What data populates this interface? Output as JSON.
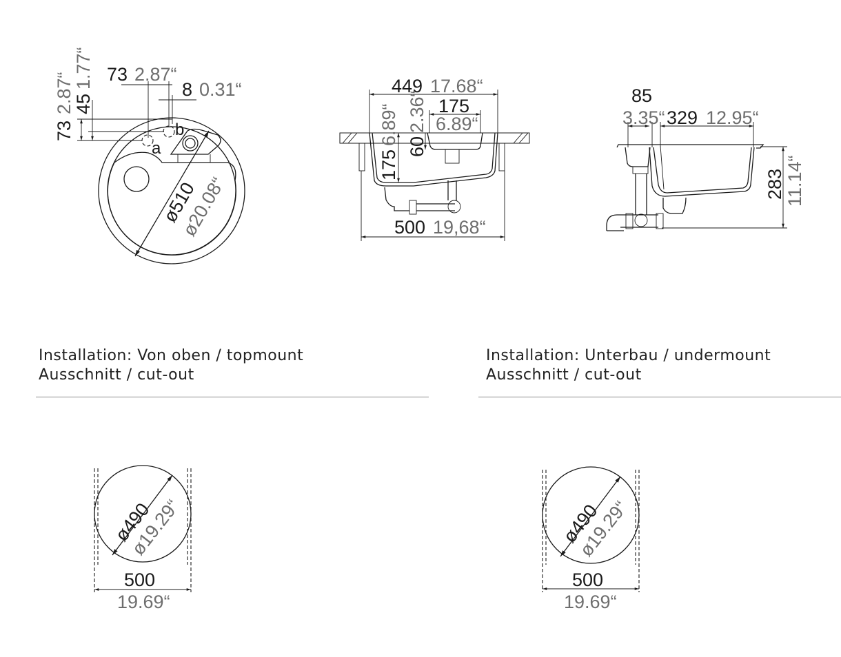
{
  "top_view": {
    "dim_73_mm": "73",
    "dim_73_in": "2.87“",
    "dim_8_mm": "8",
    "dim_8_in": "0.31“",
    "dim_45_mm": "45",
    "dim_45_in": "1.77“",
    "dim_v73_mm": "73",
    "dim_v73_in": "2.87“",
    "hole_a": "a",
    "hole_b": "b",
    "diameter_mm": "ø510",
    "diameter_in": "ø20.08“"
  },
  "section_view": {
    "width_top_mm": "449",
    "width_top_in": "17.68“",
    "bowl_width_mm": "175",
    "bowl_width_in": "6.89“",
    "depth_mm": "175",
    "depth_in": "6.89“",
    "small_depth_mm": "60",
    "small_depth_in": "2.36“",
    "width_bottom_mm": "500",
    "width_bottom_in": "19,68“"
  },
  "side_view": {
    "dim_85_mm": "85",
    "dim_85_in": "3.35“",
    "dim_329_mm": "329",
    "dim_329_in": "12.95“",
    "height_mm": "283",
    "height_in": "11.14“"
  },
  "topmount": {
    "title": "Installation: Von oben / topmount",
    "subtitle": "Ausschnitt / cut-out",
    "diameter_mm": "ø490",
    "diameter_in": "ø19.29“",
    "width_mm": "500",
    "width_in": "19.69“"
  },
  "undermount": {
    "title": "Installation: Unterbau / undermount",
    "subtitle": "Ausschnitt / cut-out",
    "diameter_mm": "ø490",
    "diameter_in": "ø19.29“",
    "width_mm": "500",
    "width_in": "19.69“"
  }
}
